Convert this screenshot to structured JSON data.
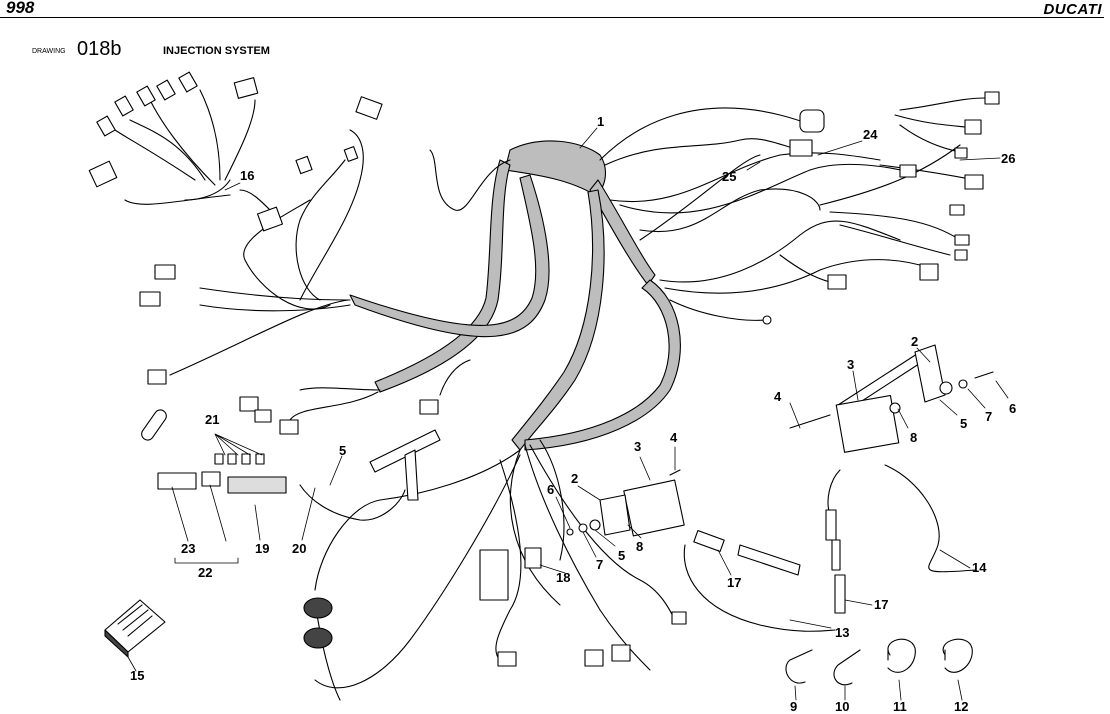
{
  "header": {
    "model": "998",
    "brand": "DUCATI"
  },
  "drawing": {
    "label": "DRAWING",
    "code": "018b",
    "title": "INJECTION SYSTEM"
  },
  "callouts": {
    "c1": "1",
    "c2a": "2",
    "c2b": "2",
    "c3a": "3",
    "c3b": "3",
    "c4a": "4",
    "c4b": "4",
    "c5a": "5",
    "c5b": "5",
    "c5c": "5",
    "c6a": "6",
    "c6b": "6",
    "c7a": "7",
    "c7b": "7",
    "c8a": "8",
    "c8b": "8",
    "c9": "9",
    "c10": "10",
    "c11": "11",
    "c12": "12",
    "c13": "13",
    "c14": "14",
    "c15": "15",
    "c16": "16",
    "c17a": "17",
    "c17b": "17",
    "c18": "18",
    "c19": "19",
    "c20": "20",
    "c21": "21",
    "c22": "22",
    "c23": "23",
    "c24": "24",
    "c25": "25",
    "c26": "26"
  }
}
